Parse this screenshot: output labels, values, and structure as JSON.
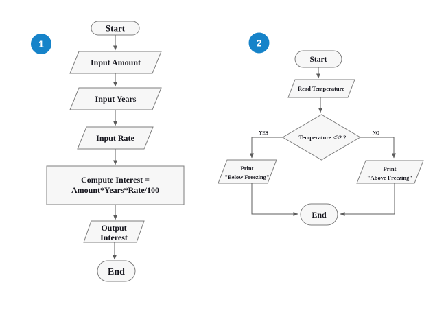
{
  "colors": {
    "background": "#ffffff",
    "shape_fill": "#f7f7f7",
    "shape_border": "#7d7d7d",
    "connector": "#5c5c5c",
    "text": "#14141c",
    "badge_blue": "#1683c9",
    "badge_text": "#ffffff"
  },
  "flow1": {
    "badge": "1",
    "start": "Start",
    "input_amount": "Input Amount",
    "input_years": "Input Years",
    "input_rate": "Input Rate",
    "compute_line1": "Compute Interest =",
    "compute_line2": "Amount*Years*Rate/100",
    "output_line1": "Output",
    "output_line2": "Interest",
    "end": "End"
  },
  "flow2": {
    "badge": "2",
    "start": "Start",
    "read_temperature": "Read Temperature",
    "decision": "Temperature <32 ?",
    "yes_label": "YES",
    "no_label": "NO",
    "print_below_line1": "Print",
    "print_below_line2": "\"Below Freezing\"",
    "print_above_line1": "Print",
    "print_above_line2": "\"Above Freezing\"",
    "end": "End"
  }
}
